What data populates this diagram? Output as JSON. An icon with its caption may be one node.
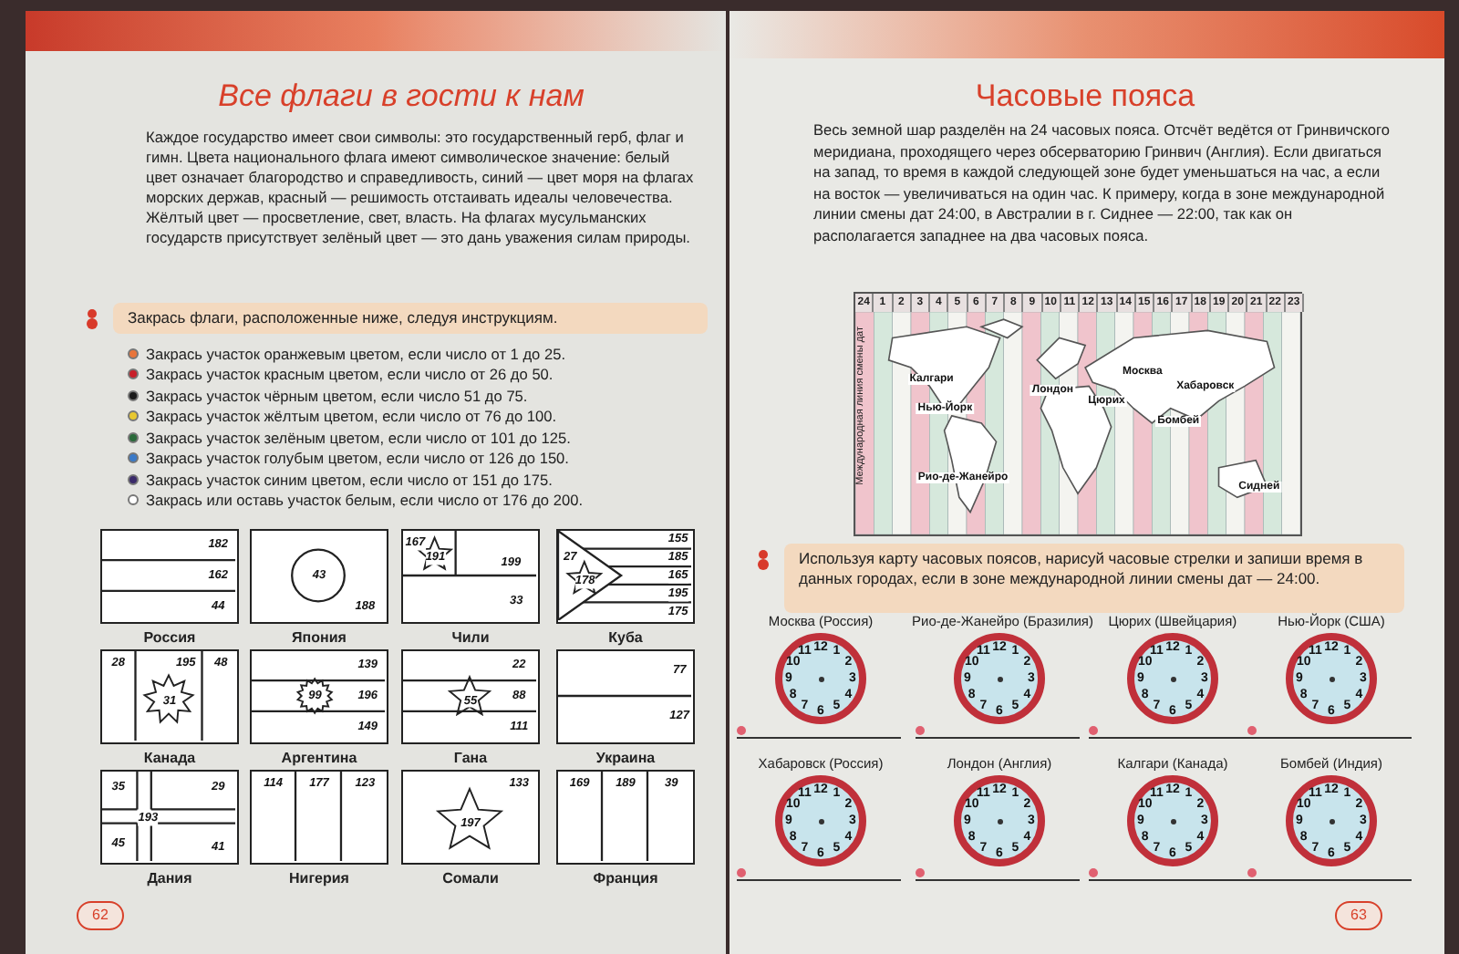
{
  "diagram": {
    "nodes": [
      {
        "text": [
          "182",
          "162",
          "44"
        ],
        "beside": [
          "Россия"
        ]
      },
      {
        "text": [
          "43",
          "188"
        ],
        "beside": [
          "Япония"
        ]
      },
      {
        "text": [
          "167",
          "191",
          "199",
          "33"
        ],
        "beside": [
          "Чили"
        ]
      },
      {
        "text": [
          "155",
          "185",
          "165",
          "195",
          "175",
          "27",
          "178"
        ],
        "beside": [
          "Куба"
        ]
      },
      {
        "text": [
          "28",
          "195",
          "48",
          "31"
        ],
        "beside": [
          "Канада"
        ]
      },
      {
        "text": [
          "139",
          "196",
          "149",
          "99"
        ],
        "beside": [
          "Аргентина"
        ]
      },
      {
        "text": [
          "22",
          "88",
          "111",
          "55"
        ],
        "beside": [
          "Гана"
        ]
      },
      {
        "text": [
          "77",
          "127"
        ],
        "beside": [
          "Украина"
        ]
      },
      {
        "text": [
          "35",
          "29",
          "193",
          "45",
          "41"
        ],
        "beside": [
          "Дания"
        ]
      },
      {
        "text": [
          "114",
          "177",
          "123"
        ],
        "beside": [
          "Нигерия"
        ]
      },
      {
        "text": [
          "133",
          "197"
        ],
        "beside": [
          "Сомали"
        ]
      },
      {
        "text": [
          "169",
          "189",
          "39"
        ],
        "beside": [
          "Франция"
        ]
      },
      {
        "text": [
          "24",
          "1",
          "2",
          "3",
          "4",
          "5",
          "6",
          "7",
          "8",
          "9",
          "10",
          "11",
          "12",
          "13",
          "14",
          "15",
          "16",
          "17",
          "18",
          "19",
          "20",
          "21",
          "22",
          "23",
          "Калгари",
          "Нью-Йорк",
          "Рио-де-Жанейро",
          "Лондон",
          "Цюрих",
          "Москва",
          "Хабаровск",
          "Бомбей",
          "Сидней",
          "Международная линия смены дат"
        ]
      },
      {
        "text": [
          "12",
          "1",
          "2",
          "3",
          "4",
          "5",
          "6",
          "7",
          "8",
          "9",
          "10",
          "11"
        ],
        "beside": [
          "Москва (Россия)"
        ]
      },
      {
        "text": [
          "12",
          "1",
          "2",
          "3",
          "4",
          "5",
          "6",
          "7",
          "8",
          "9",
          "10",
          "11"
        ],
        "beside": [
          "Рио-де-Жанейро (Бразилия)"
        ]
      },
      {
        "text": [
          "12",
          "1",
          "2",
          "3",
          "4",
          "5",
          "6",
          "7",
          "8",
          "9",
          "10",
          "11"
        ],
        "beside": [
          "Цюрих (Швейцария)"
        ]
      },
      {
        "text": [
          "12",
          "1",
          "2",
          "3",
          "4",
          "5",
          "6",
          "7",
          "8",
          "9",
          "10",
          "11"
        ],
        "beside": [
          "Нью-Йорк (США)"
        ]
      },
      {
        "text": [
          "12",
          "1",
          "2",
          "3",
          "4",
          "5",
          "6",
          "7",
          "8",
          "9",
          "10",
          "11"
        ],
        "beside": [
          "Хабаровск (Россия)"
        ]
      },
      {
        "text": [
          "12",
          "1",
          "2",
          "3",
          "4",
          "5",
          "6",
          "7",
          "8",
          "9",
          "10",
          "11"
        ],
        "beside": [
          "Лондон (Англия)"
        ]
      },
      {
        "text": [
          "12",
          "1",
          "2",
          "3",
          "4",
          "5",
          "6",
          "7",
          "8",
          "9",
          "10",
          "11"
        ],
        "beside": [
          "Калгари (Канада)"
        ]
      },
      {
        "text": [
          "12",
          "1",
          "2",
          "3",
          "4",
          "5",
          "6",
          "7",
          "8",
          "9",
          "10",
          "11"
        ],
        "beside": [
          "Бомбей (Индия)"
        ]
      }
    ],
    "labels": [
      "Все флаги в гости к нам",
      "Каждое государство имеет свои символы: это государственный герб, флаг и гимн. Цвета национального флага имеют символическое значение: белый цвет означает благородство и справедливость, синий — цвет моря на флагах морских держав, красный — решимость отстаивать идеалы человечества. Жёлтый цвет — просветление, свет, власть. На флагах мусульманских государств присутствует зелёный цвет — это дань уважения силам природы.",
      "Закрась флаги, расположенные ниже, следуя инструкциям.",
      "62",
      "Часовые пояса",
      "Весь земной шар разделён на 24 часовых пояса. Отсчёт ведётся от Гринвичского меридиана, проходящего через обсерваторию Гринвич (Англия). Если двигаться на запад, то время в каждой следующей зоне будет уменьшаться на час, а если на восток — увеличиваться на один час. К примеру, когда в зоне международной линии смены дат 24:00, в Австралии в г. Сиднее — 22:00, так как он располагается западнее на два часовых пояса.",
      "Используя карту часовых поясов, нарисуй часовые стрелки и запиши время в данных городах, если в зоне международной линии смены дат — 24:00.",
      "63"
    ],
    "legend": [
      {
        "text": "Закрась участок оранжевым цветом, если число от 1 до 25.",
        "color": "#e8743a"
      },
      {
        "text": "Закрась участок красным цветом, если число от 26 до 50.",
        "color": "#c8202a"
      },
      {
        "text": "Закрась участок чёрным цветом, если число 51 до 75.",
        "color": "#1a1a1a"
      },
      {
        "text": "Закрась участок жёлтым цветом, если число от 76 до 100.",
        "color": "#e8c830"
      },
      {
        "text": "Закрась участок зелёным цветом, если число от 101 до 125.",
        "color": "#2a6a3a"
      },
      {
        "text": "Закрась участок голубым цветом, если число от 126 до 150.",
        "color": "#3a7ac8"
      },
      {
        "text": "Закрась участок синим цветом, если число от 151 до 175.",
        "color": "#3a2a6a"
      },
      {
        "text": "Закрась или оставь участок белым, если число от 176 до 200.",
        "color": "#ffffff"
      }
    ]
  }
}
